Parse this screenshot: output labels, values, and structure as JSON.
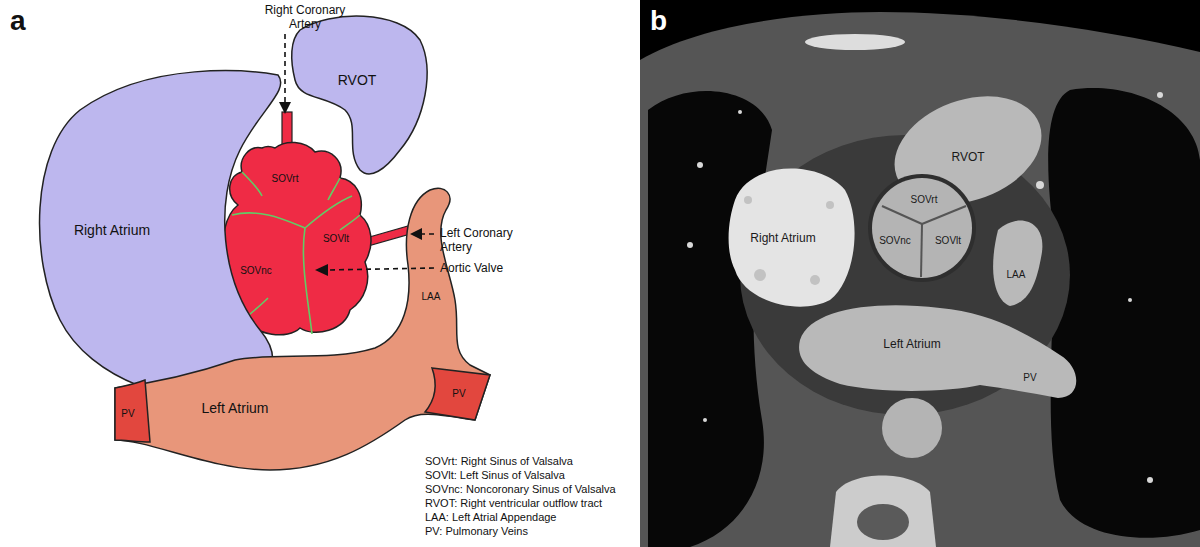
{
  "diagram": {
    "nodes": [
      {
        "text": [
          "Right Atrium"
        ]
      },
      {
        "text": [
          "RVOT"
        ]
      },
      {
        "text": [
          "SOVrt"
        ]
      },
      {
        "text": [
          "SOVlt"
        ]
      },
      {
        "text": [
          "SOVnc"
        ]
      },
      {
        "text": [
          "Left Atrium",
          "LAA"
        ]
      },
      {
        "text": [
          "PV"
        ],
        "in": 5
      },
      {
        "text": [
          "PV"
        ],
        "in": 5
      }
    ],
    "labels": [
      "a",
      "Right Coronary Artery",
      "Left Coronary Artery",
      "Aortic Valve",
      "SOVrt: Right Sinus of Valsalva",
      "SOVlt: Left Sinus of Valsalva",
      "SOVnc: Noncoronary Sinus of Valsalva",
      "RVOT: Right ventricular outflow tract",
      "LAA: Left Atrial Appendage",
      "PV: Pulmonary Veins",
      "b",
      "RVOT",
      "Right Atrium",
      "SOVrt",
      "SOVnc",
      "SOVlt",
      "LAA",
      "Left Atrium",
      "PV"
    ]
  }
}
